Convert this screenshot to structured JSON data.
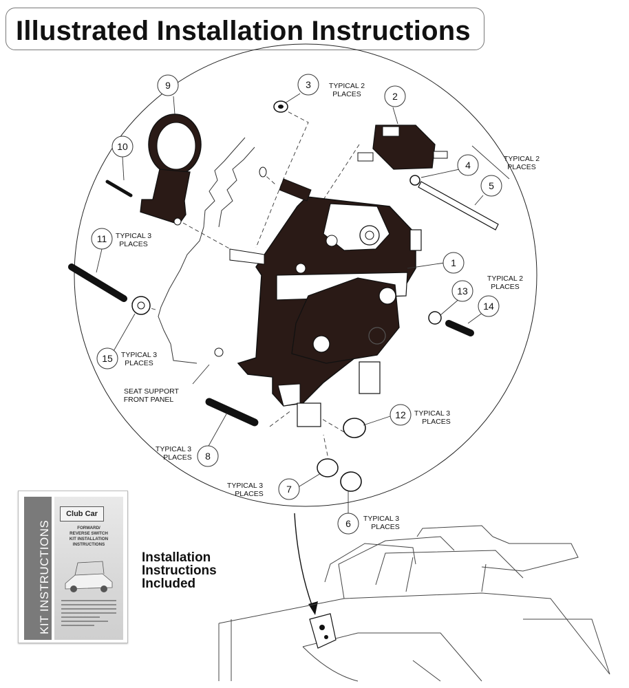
{
  "title": "Illustrated Installation Instructions",
  "callouts": [
    {
      "id": "1"
    },
    {
      "id": "2"
    },
    {
      "id": "3"
    },
    {
      "id": "4"
    },
    {
      "id": "5"
    },
    {
      "id": "6"
    },
    {
      "id": "7"
    },
    {
      "id": "8"
    },
    {
      "id": "9"
    },
    {
      "id": "10"
    },
    {
      "id": "11"
    },
    {
      "id": "12"
    },
    {
      "id": "13"
    },
    {
      "id": "14"
    },
    {
      "id": "15"
    }
  ],
  "notes": {
    "typical_2": "TYPICAL 2",
    "typical_3": "TYPICAL 3",
    "places": "PLACES",
    "seat_support_1": "SEAT SUPPORT",
    "seat_support_2": "FRONT PANEL"
  },
  "kit": {
    "strip_label": "KIT INSTRUCTIONS",
    "logo": "Club Car",
    "doc_title": "FORWARD/\nREVERSE SWITCH\nKIT INSTALLATION\nINSTRUCTIONS"
  },
  "install_note": "Installation\nInstructions\nIncluded",
  "colors": {
    "ink": "#111111",
    "fill": "#2a1a16",
    "outline": "#777777"
  }
}
